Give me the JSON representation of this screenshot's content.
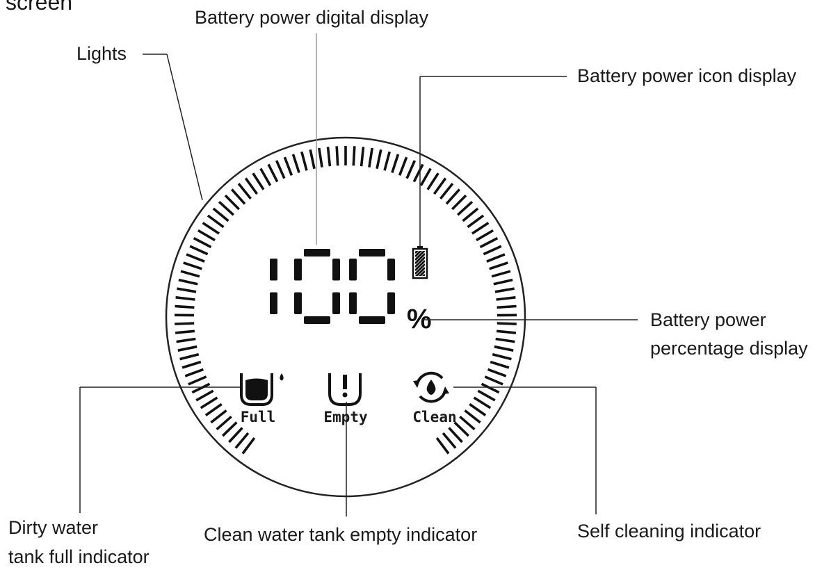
{
  "header": {
    "title_fragment": "screen"
  },
  "display": {
    "digits": "100",
    "percent_symbol": "%",
    "battery_level": 1.0,
    "lit_color": "#111111",
    "line_color": "#222222"
  },
  "labels": {
    "digital_display": "Battery power digital display",
    "lights": "Lights",
    "icon_display": "Battery power icon display",
    "percentage_line1": "Battery power",
    "percentage_line2": "percentage display",
    "dirty_line1": "Dirty water",
    "dirty_line2": "tank full indicator",
    "clean_empty": "Clean water tank empty indicator",
    "self_cleaning": "Self cleaning indicator"
  },
  "indicators": {
    "full": {
      "label": "Full",
      "icon": "dirty-tank-full-icon"
    },
    "empty": {
      "label": "Empty",
      "icon": "clean-tank-empty-icon"
    },
    "clean": {
      "label": "Clean",
      "icon": "self-clean-icon"
    }
  }
}
